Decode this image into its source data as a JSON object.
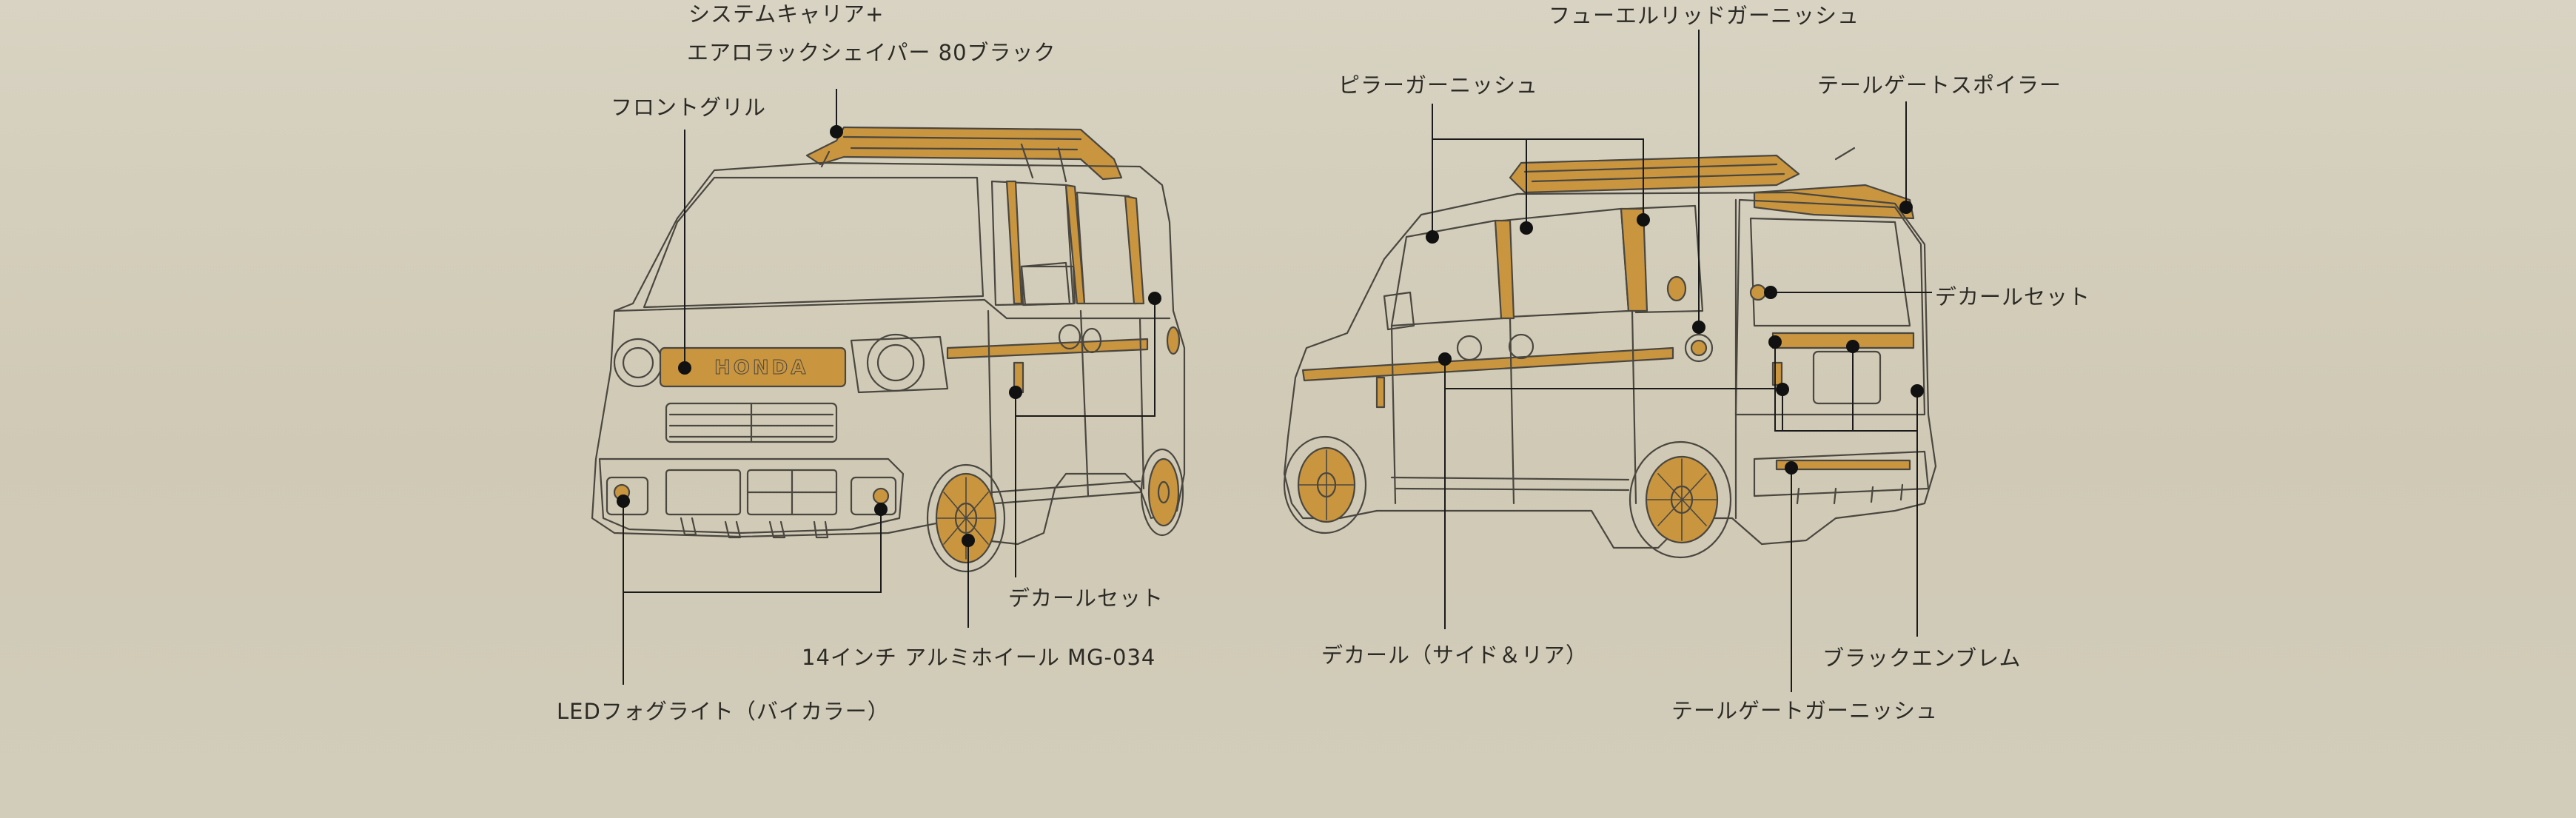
{
  "colors": {
    "background": "#d4cfbd",
    "line": "#4a4740",
    "accent": "#c4913a",
    "dot": "#111111"
  },
  "labels": {
    "system_carrier_1": "システムキャリア+",
    "system_carrier_2": "エアロラックシェイパー 80ブラック",
    "front_grill": "フロントグリル",
    "decal_set_front": "デカールセット",
    "alloy_wheel": "14インチ アルミホイール MG-034",
    "led_foglight": "LEDフォグライト（バイカラー）",
    "fuel_lid_garnish": "フューエルリッドガーニッシュ",
    "pillar_garnish": "ピラーガーニッシュ",
    "tailgate_spoiler": "テールゲートスポイラー",
    "decal_set_rear": "デカールセット",
    "decal_side_rear": "デカール（サイド＆リア）",
    "black_emblem": "ブラックエンブレム",
    "tailgate_garnish": "テールゲートガーニッシュ"
  },
  "front_car": {
    "emblem_text": "HONDA"
  }
}
